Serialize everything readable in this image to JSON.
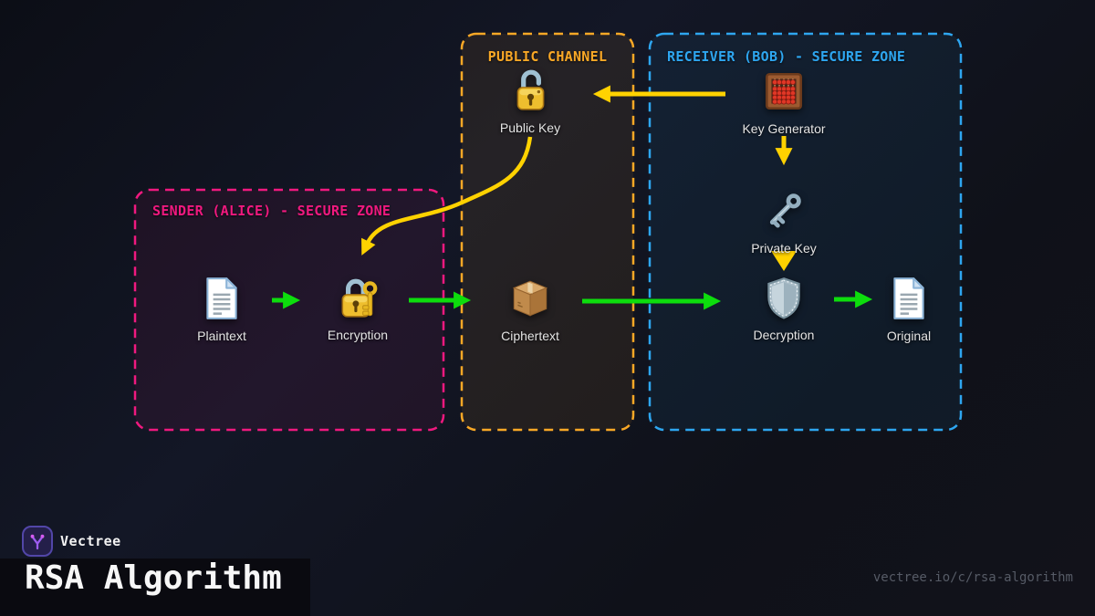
{
  "diagram": {
    "type": "flow-diagram",
    "zones": {
      "sender": {
        "title": "SENDER (ALICE) - SECURE ZONE",
        "color": "#f0197f"
      },
      "public_channel": {
        "title": "PUBLIC CHANNEL",
        "color": "#f9a826"
      },
      "receiver": {
        "title": "RECEIVER (BOB) - SECURE ZONE",
        "color": "#2ea6f0"
      }
    },
    "nodes": {
      "plaintext": {
        "label": "Plaintext",
        "icon": "document-icon"
      },
      "encryption": {
        "label": "Encryption",
        "icon": "locked-with-key-icon"
      },
      "ciphertext": {
        "label": "Ciphertext",
        "icon": "package-icon"
      },
      "public_key": {
        "label": "Public Key",
        "icon": "unlocked-padlock-icon"
      },
      "key_generator": {
        "label": "Key Generator",
        "icon": "abacus-icon"
      },
      "private_key": {
        "label": "Private Key",
        "icon": "old-key-icon"
      },
      "decryption": {
        "label": "Decryption",
        "icon": "shield-icon"
      },
      "original": {
        "label": "Original",
        "icon": "document-icon"
      }
    },
    "arrow_colors": {
      "data_flow": "#0ddd0d",
      "key_flow": "#ffd200"
    }
  },
  "footer": {
    "brand": "Vectree",
    "title": "RSA Algorithm",
    "url": "vectree.io/c/rsa-algorithm"
  }
}
